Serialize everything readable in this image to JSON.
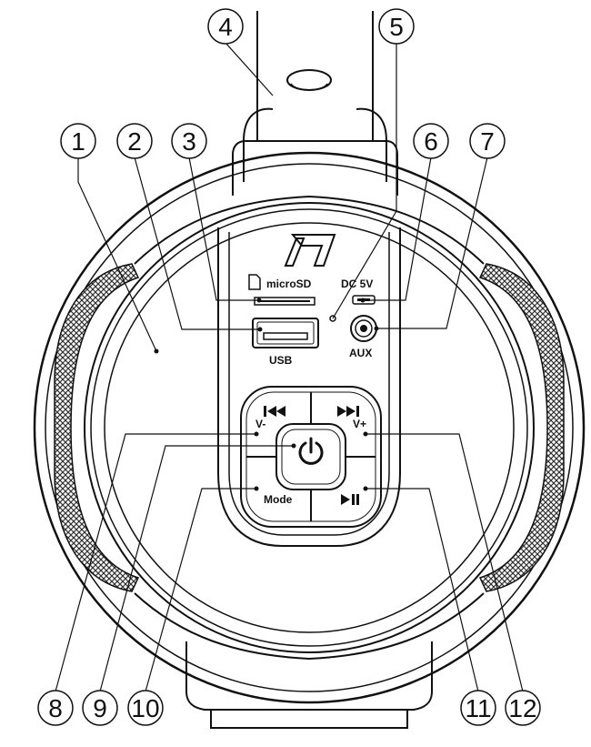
{
  "labels": {
    "microsd": "microSD",
    "dc": "DC 5V",
    "usb": "USB",
    "aux": "AUX",
    "vminus": "V-",
    "vplus": "V+",
    "mode": "Mode"
  },
  "callouts": [
    "1",
    "2",
    "3",
    "4",
    "5",
    "6",
    "7",
    "8",
    "9",
    "10",
    "11",
    "12"
  ],
  "colors": {
    "line": "#111111",
    "mesh": "#333333",
    "background": "#ffffff"
  },
  "icons": {
    "prev": "previous-track-icon",
    "next": "next-track-icon",
    "power": "power-icon",
    "playpause": "play-pause-icon",
    "logo": "brand-logo-icon",
    "sd": "sd-card-icon"
  }
}
